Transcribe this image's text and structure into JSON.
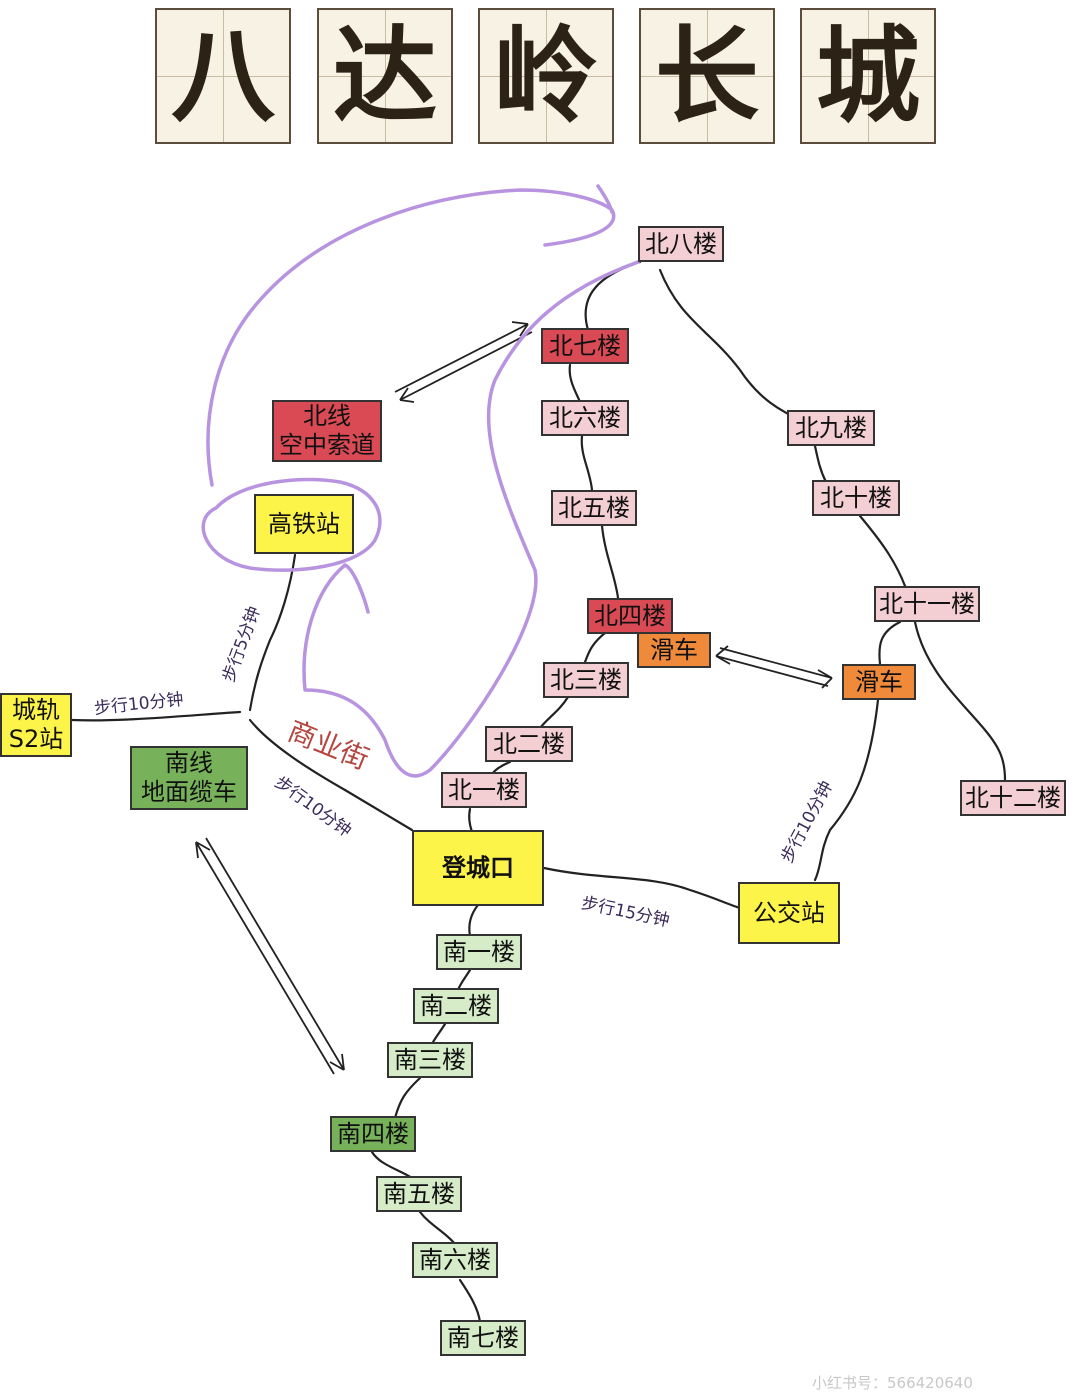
{
  "title": {
    "chars": [
      "八",
      "达",
      "岭",
      "长",
      "城"
    ]
  },
  "nodes": {
    "n8": "北八楼",
    "n7": "北七楼",
    "n6": "北六楼",
    "n5": "北五楼",
    "n4": "北四楼",
    "n3": "北三楼",
    "n2": "北二楼",
    "n1": "北一楼",
    "n9": "北九楼",
    "n10": "北十楼",
    "n11": "北十一楼",
    "n12": "北十二楼",
    "north_cable": "北线\n空中索道",
    "hsr": "高铁站",
    "s2": "城轨\nS2站",
    "south_cable": "南线\n地面缆车",
    "entrance": "登城口",
    "bus": "公交站",
    "slide1": "滑车",
    "slide2": "滑车",
    "s1": "南一楼",
    "s2t": "南二楼",
    "s3": "南三楼",
    "s4": "南四楼",
    "s5": "南五楼",
    "s6": "南六楼",
    "s7": "南七楼"
  },
  "walk_labels": {
    "w5": "步行5分钟",
    "w10a": "步行10分钟",
    "w10b": "步行10分钟",
    "w15": "步行15分钟",
    "w10c": "步行10分钟"
  },
  "commercial_street": "商业街",
  "watermark": "小红书号：566420640",
  "colors": {
    "north_tower": "#f3cfd3",
    "cable_north_tower": "#d94a55",
    "slide": "#ef8a3b",
    "station": "#fdf44a",
    "south_tower": "#d6ecc8",
    "cable_south": "#77b25a",
    "route_highlight": "#b793e0"
  }
}
